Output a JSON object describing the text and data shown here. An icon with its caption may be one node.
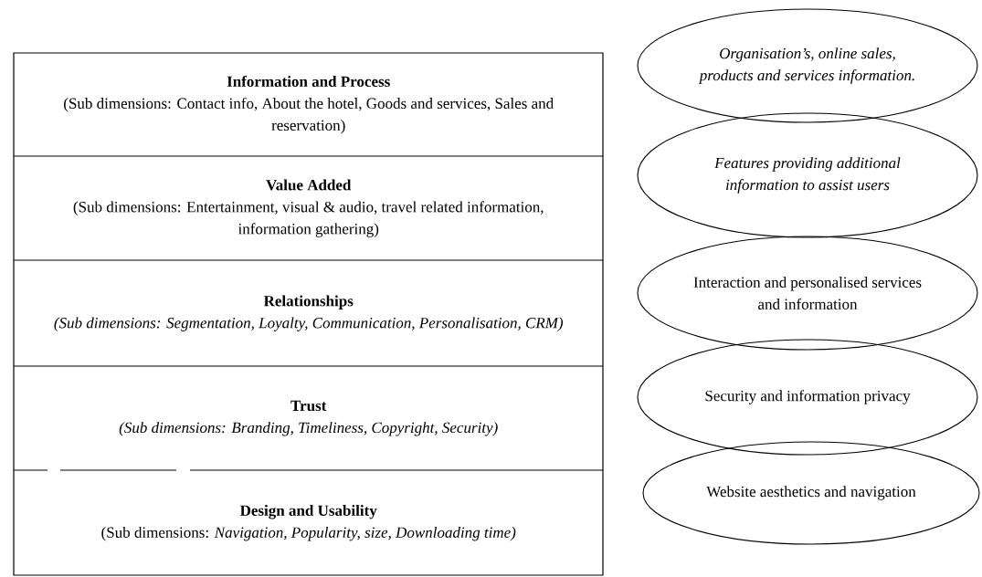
{
  "diagram": {
    "nodes": [
      {
        "text": [
          "Information and Process",
          "(Sub dimensions: Contact info, About the hotel, Goods and services, Sales and reservation)"
        ]
      },
      {
        "text": [
          "Value Added",
          "(Sub dimensions: Entertainment, visual & audio, travel related information, information gathering)"
        ]
      },
      {
        "text": [
          "Relationships",
          "(Sub dimensions: Segmentation, Loyalty, Communication, Personalisation, CRM)"
        ]
      },
      {
        "text": [
          "Trust",
          "(Sub dimensions: Branding, Timeliness, Copyright, Security)"
        ]
      },
      {
        "text": [
          "Design and Usability",
          "(Sub dimensions: *Navigation, Popularity, size, Downloading time)*"
        ]
      },
      {
        "text": [
          "Organisation’s, online sales, products and services information."
        ]
      },
      {
        "text": [
          "Features providing additional information to assist users"
        ]
      },
      {
        "text": [
          "Interaction and personalised services and information"
        ]
      },
      {
        "text": [
          "Security and information privacy"
        ]
      },
      {
        "text": [
          "Website aesthetics and navigation"
        ]
      }
    ]
  }
}
